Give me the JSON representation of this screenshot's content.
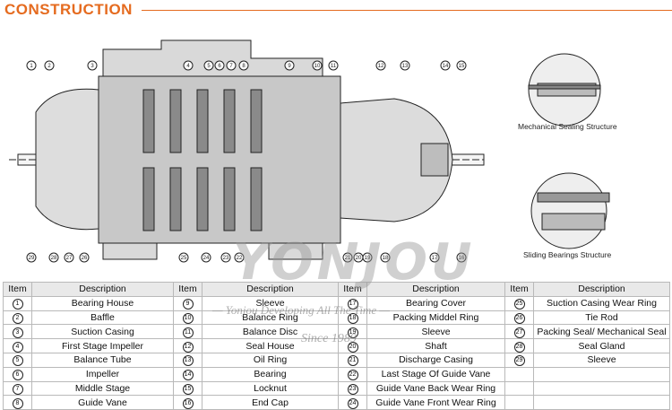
{
  "title": "CONSTRUCTION",
  "captions": {
    "mechanical": "Mechanical Sealing Structure",
    "sliding": "Sliding Bearings Structure"
  },
  "watermark": {
    "brand": "YONJOU",
    "slogan": "— Yonjou Developing All The Time —",
    "since": "Since 1989"
  },
  "callouts_top": [
    "1",
    "2",
    "3",
    "4",
    "5",
    "6",
    "7",
    "8",
    "9",
    "10",
    "11",
    "12",
    "13",
    "14",
    "15"
  ],
  "callouts_bottom": [
    "29",
    "28",
    "27",
    "26",
    "25",
    "24",
    "23",
    "22",
    "21",
    "20",
    "19",
    "18",
    "17",
    "16"
  ],
  "table": {
    "headers": [
      "Item",
      "Description",
      "Item",
      "Description",
      "Item",
      "Description",
      "Item",
      "Description"
    ],
    "rows": [
      [
        {
          "n": "1",
          "d": "Bearing House"
        },
        {
          "n": "9",
          "d": "Sleeve"
        },
        {
          "n": "17",
          "d": "Bearing Cover"
        },
        {
          "n": "25",
          "d": "Suction Casing Wear Ring"
        }
      ],
      [
        {
          "n": "2",
          "d": "Baffle"
        },
        {
          "n": "10",
          "d": "Balance Ring"
        },
        {
          "n": "18",
          "d": "Packing Middel Ring"
        },
        {
          "n": "26",
          "d": "Tie Rod"
        }
      ],
      [
        {
          "n": "3",
          "d": "Suction Casing"
        },
        {
          "n": "11",
          "d": "Balance Disc"
        },
        {
          "n": "19",
          "d": "Sleeve"
        },
        {
          "n": "27",
          "d": "Packing Seal/ Mechanical Seal"
        }
      ],
      [
        {
          "n": "4",
          "d": "First Stage Impeller"
        },
        {
          "n": "12",
          "d": "Seal House"
        },
        {
          "n": "20",
          "d": "Shaft"
        },
        {
          "n": "28",
          "d": "Seal Gland"
        }
      ],
      [
        {
          "n": "5",
          "d": "Balance Tube"
        },
        {
          "n": "13",
          "d": "Oil Ring"
        },
        {
          "n": "21",
          "d": "Discharge Casing"
        },
        {
          "n": "29",
          "d": "Sleeve"
        }
      ],
      [
        {
          "n": "6",
          "d": "Impeller"
        },
        {
          "n": "14",
          "d": "Bearing"
        },
        {
          "n": "22",
          "d": "Last Stage Of Guide Vane"
        },
        {
          "n": "",
          "d": ""
        }
      ],
      [
        {
          "n": "7",
          "d": "Middle Stage"
        },
        {
          "n": "15",
          "d": "Locknut"
        },
        {
          "n": "23",
          "d": "Guide Vane Back Wear Ring"
        },
        {
          "n": "",
          "d": ""
        }
      ],
      [
        {
          "n": "8",
          "d": "Guide Vane"
        },
        {
          "n": "16",
          "d": "End Cap"
        },
        {
          "n": "24",
          "d": "Guide Vane Front Wear Ring"
        },
        {
          "n": "",
          "d": ""
        }
      ]
    ]
  }
}
